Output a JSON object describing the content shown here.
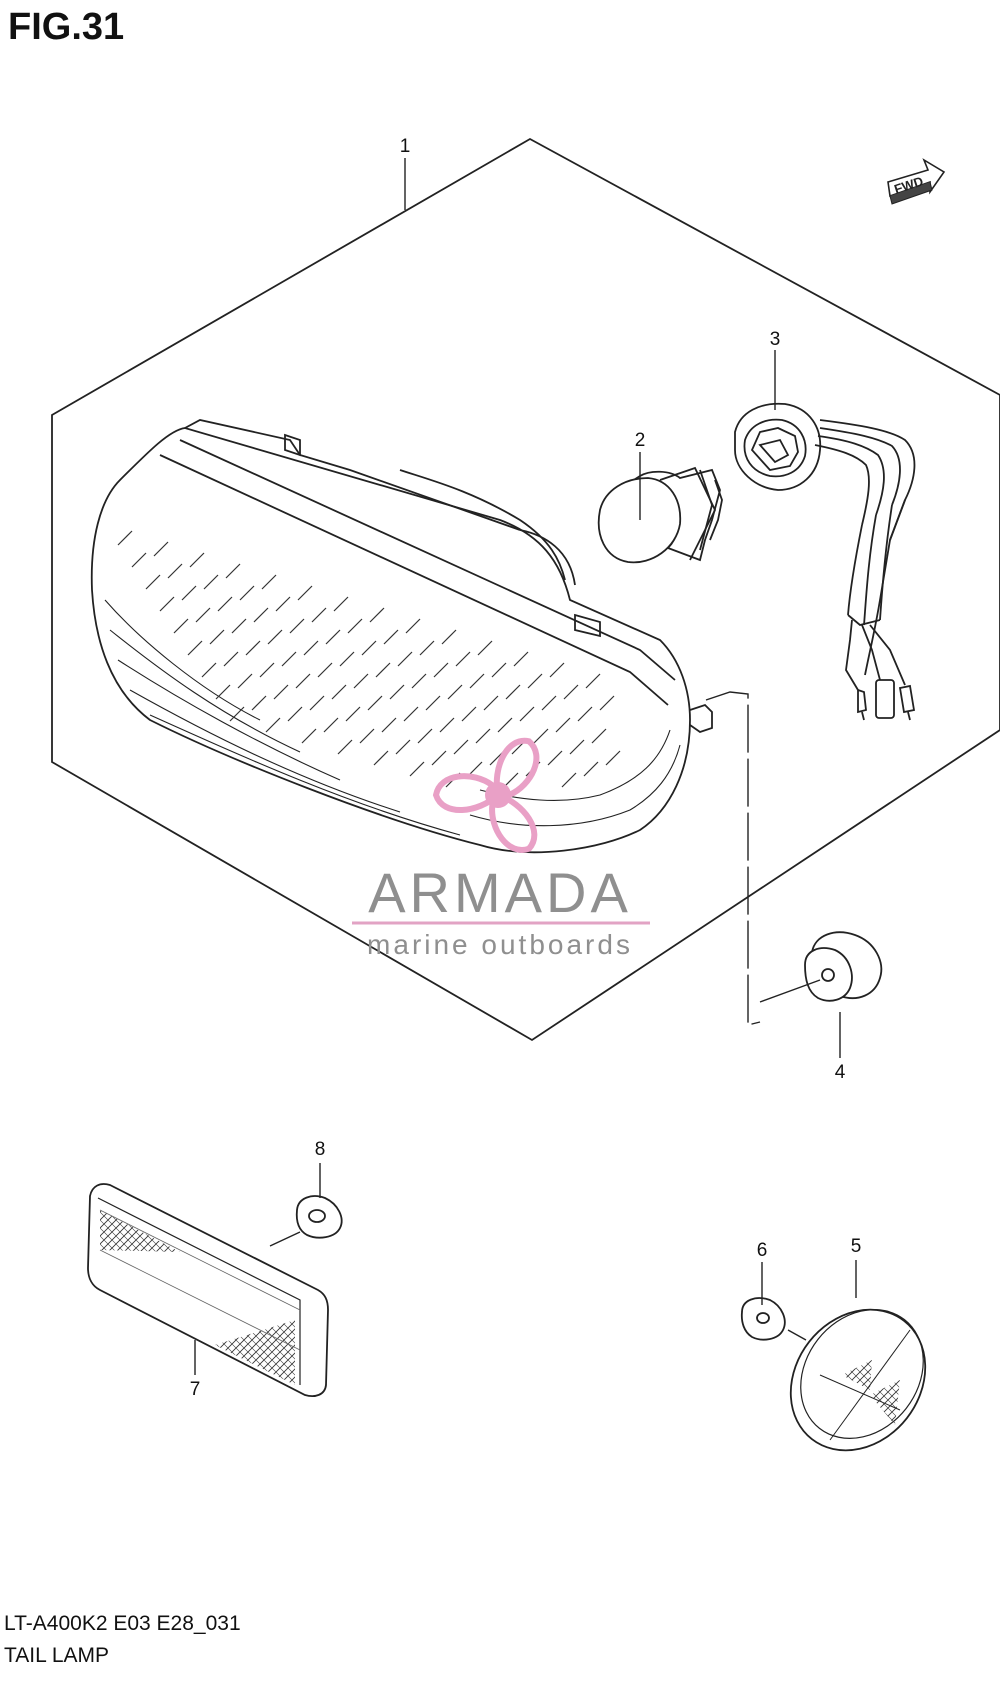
{
  "figure": {
    "title": "FIG.31"
  },
  "watermark": {
    "brand": "ARMADA",
    "tagline": "marine outboards",
    "logo_icon": "propeller-icon",
    "colors": {
      "logo": "#e9a0c6",
      "brand_text": "#8f8f8f",
      "rule": "#e2a3c4"
    }
  },
  "direction_marker": {
    "label": "FWD",
    "icon": "arrow-right-icon"
  },
  "callouts": [
    "1",
    "2",
    "3",
    "4",
    "5",
    "6",
    "7",
    "8"
  ],
  "footer": {
    "code": "LT-A400K2 E03 E28_031",
    "name": "TAIL LAMP"
  }
}
